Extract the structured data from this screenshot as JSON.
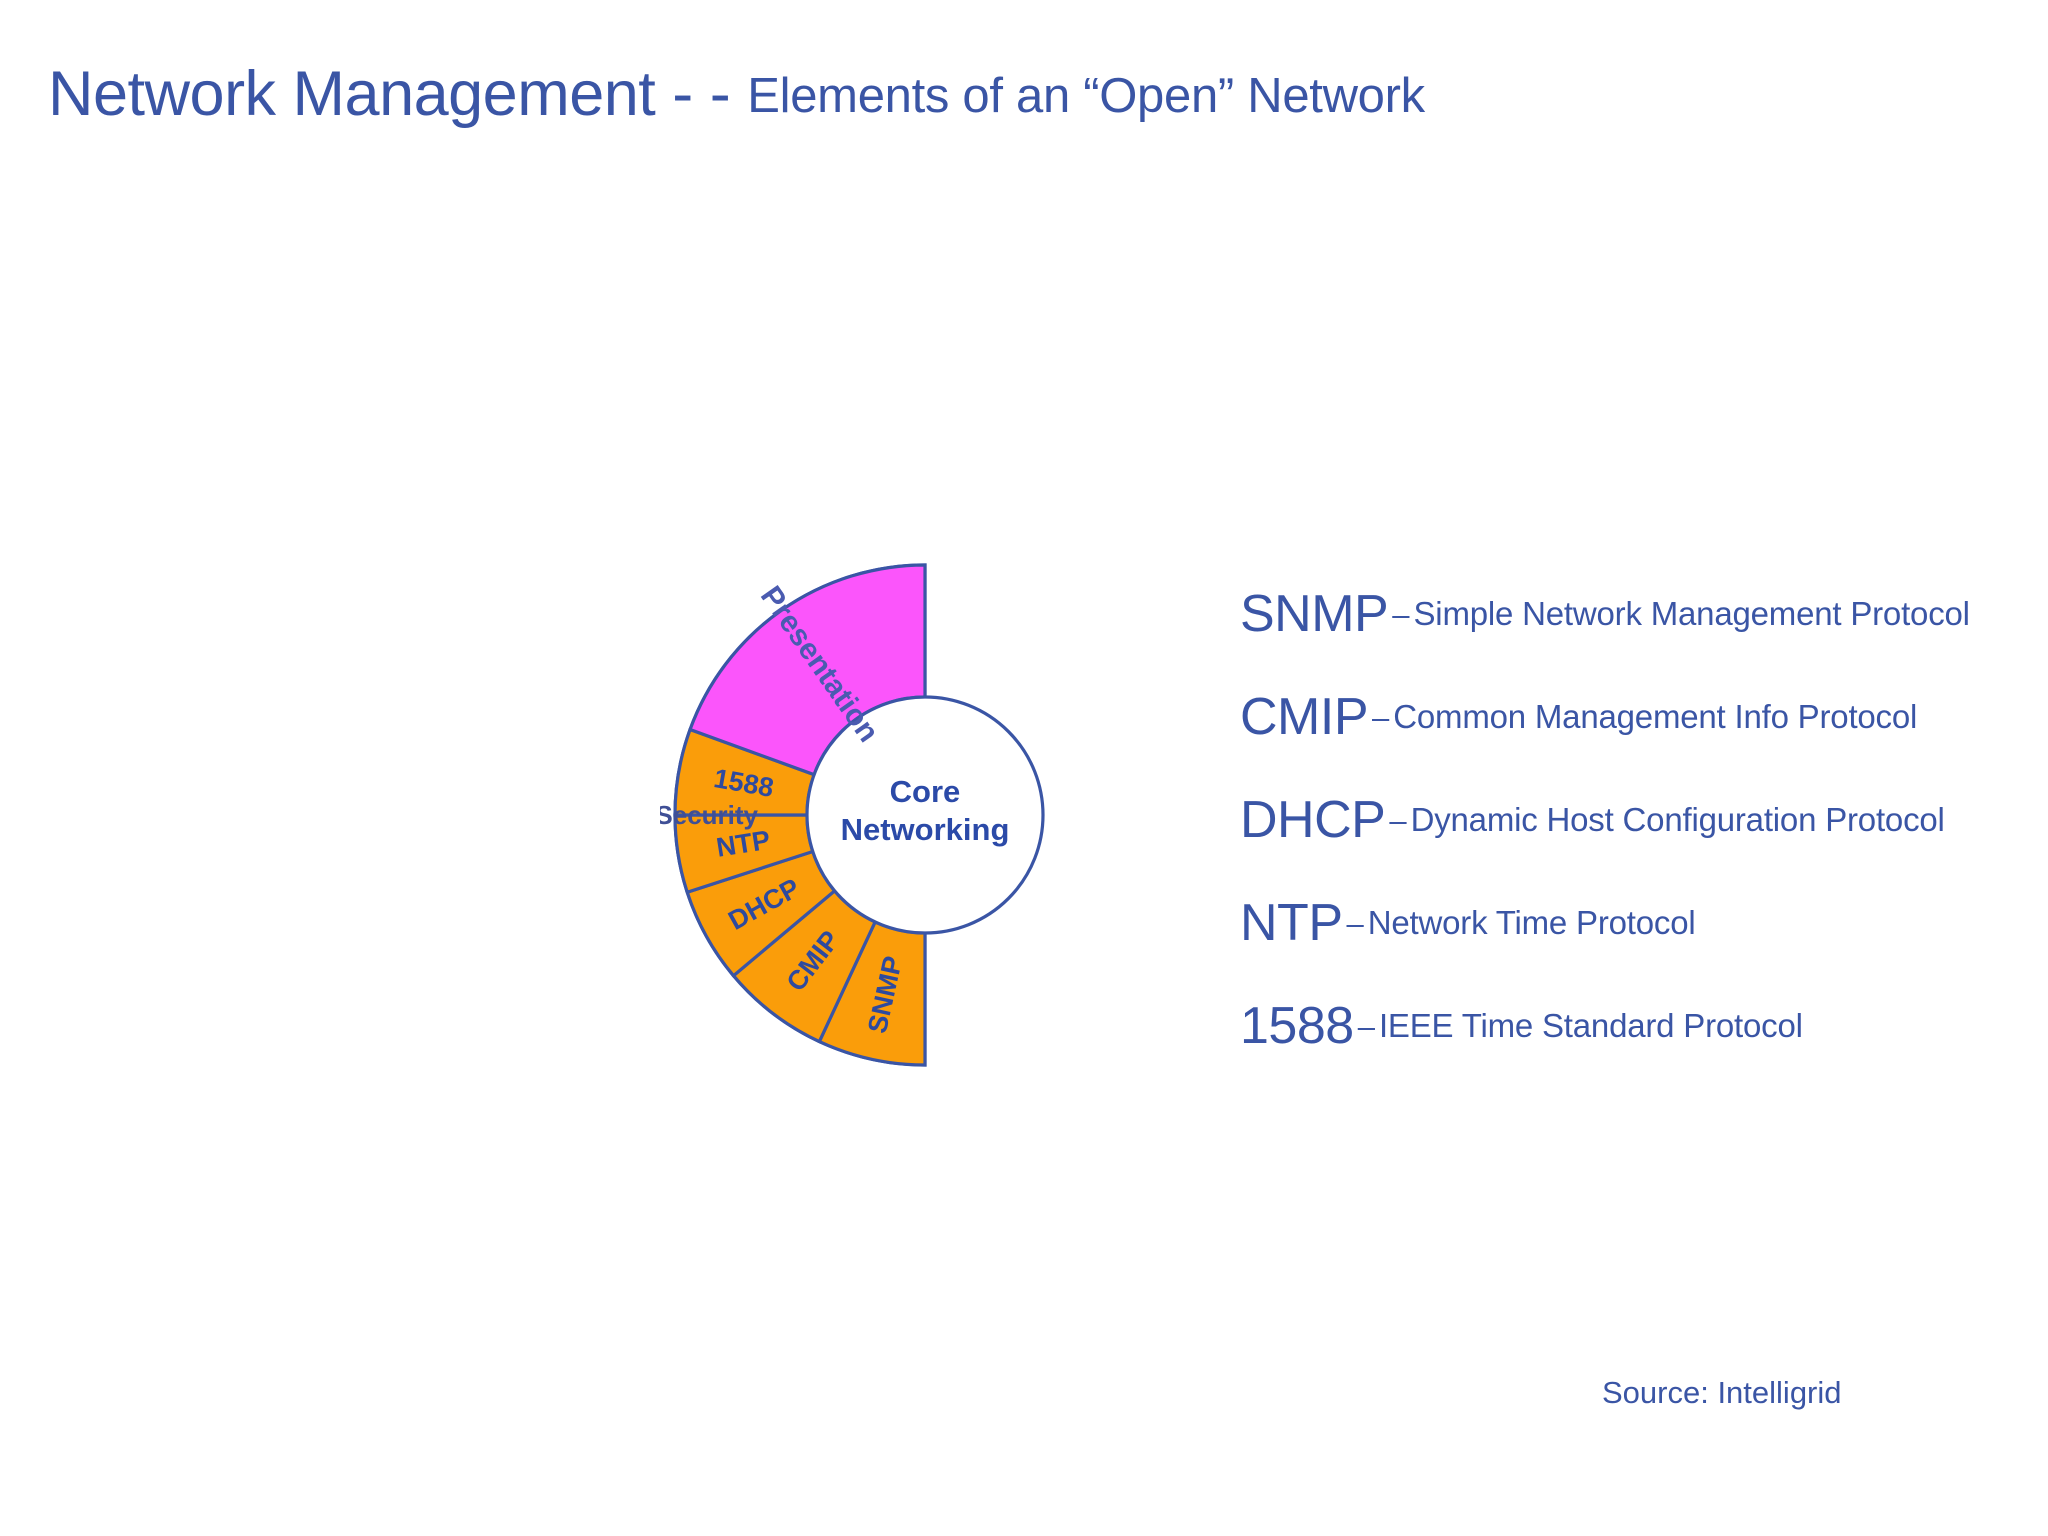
{
  "slide": {
    "title_main": "Network Management - - ",
    "title_sub": "Elements of an “Open” Network",
    "source": "Source: Intelligrid",
    "background_color": "#ffffff",
    "text_color": "#3a55a5"
  },
  "chart_data": {
    "type": "pie",
    "title": "Elements of an “Open” Network",
    "center_label_line1": "Core",
    "center_label_line2": "Networking",
    "legend_position": "right",
    "grid": false,
    "outer_radius_px": 250,
    "inner_radius_px": 118,
    "colors": {
      "security": "#9696f5",
      "protocols": "#fa9d0a",
      "presentation": "#fb55fb",
      "core": "#ffffff",
      "stroke": "#3a55a5"
    },
    "categories": [
      "Security",
      "SNMP",
      "CMIP",
      "DHCP",
      "NTP",
      "1588",
      "Presentation"
    ],
    "values": [
      50,
      7,
      7,
      7,
      7,
      7,
      25
    ],
    "units": "percent of ring",
    "segments": [
      {
        "label": "Security",
        "start_deg": 180,
        "end_deg": 360,
        "sweep_deg": 180,
        "color": "#9696f5",
        "label_color": "#3f4f96",
        "rotated": false
      },
      {
        "label": "SNMP",
        "start_deg": 180,
        "end_deg": 205,
        "sweep_deg": 25,
        "color": "#fa9d0a",
        "label_color": "#2e4a9e",
        "rotated": true
      },
      {
        "label": "CMIP",
        "start_deg": 205,
        "end_deg": 230,
        "sweep_deg": 25,
        "color": "#fa9d0a",
        "label_color": "#2e4a9e",
        "rotated": true
      },
      {
        "label": "DHCP",
        "start_deg": 230,
        "end_deg": 252,
        "sweep_deg": 22,
        "color": "#fa9d0a",
        "label_color": "#2e4a9e",
        "rotated": true
      },
      {
        "label": "NTP",
        "start_deg": 252,
        "end_deg": 270,
        "sweep_deg": 18,
        "color": "#fa9d0a",
        "label_color": "#2e4a9e",
        "rotated": true
      },
      {
        "label": "1588",
        "start_deg": 270,
        "end_deg": 290,
        "sweep_deg": 20,
        "color": "#fa9d0a",
        "label_color": "#2e4a9e",
        "rotated": true
      },
      {
        "label": "Presentation",
        "start_deg": 290,
        "end_deg": 360,
        "sweep_deg": 70,
        "color": "#fb55fb",
        "label_color": "#4a5bb0",
        "rotated": true
      }
    ]
  },
  "legend": {
    "items": [
      {
        "abbr": "SNMP",
        "dash": "–",
        "desc": "Simple Network Management Protocol"
      },
      {
        "abbr": "CMIP",
        "dash": "–",
        "desc": "Common Management Info Protocol"
      },
      {
        "abbr": "DHCP",
        "dash": "–",
        "desc": "Dynamic Host Configuration Protocol"
      },
      {
        "abbr": "NTP",
        "dash": "–",
        "desc": "Network Time Protocol"
      },
      {
        "abbr": "1588",
        "dash": "–",
        "desc": "IEEE Time Standard Protocol"
      }
    ]
  }
}
